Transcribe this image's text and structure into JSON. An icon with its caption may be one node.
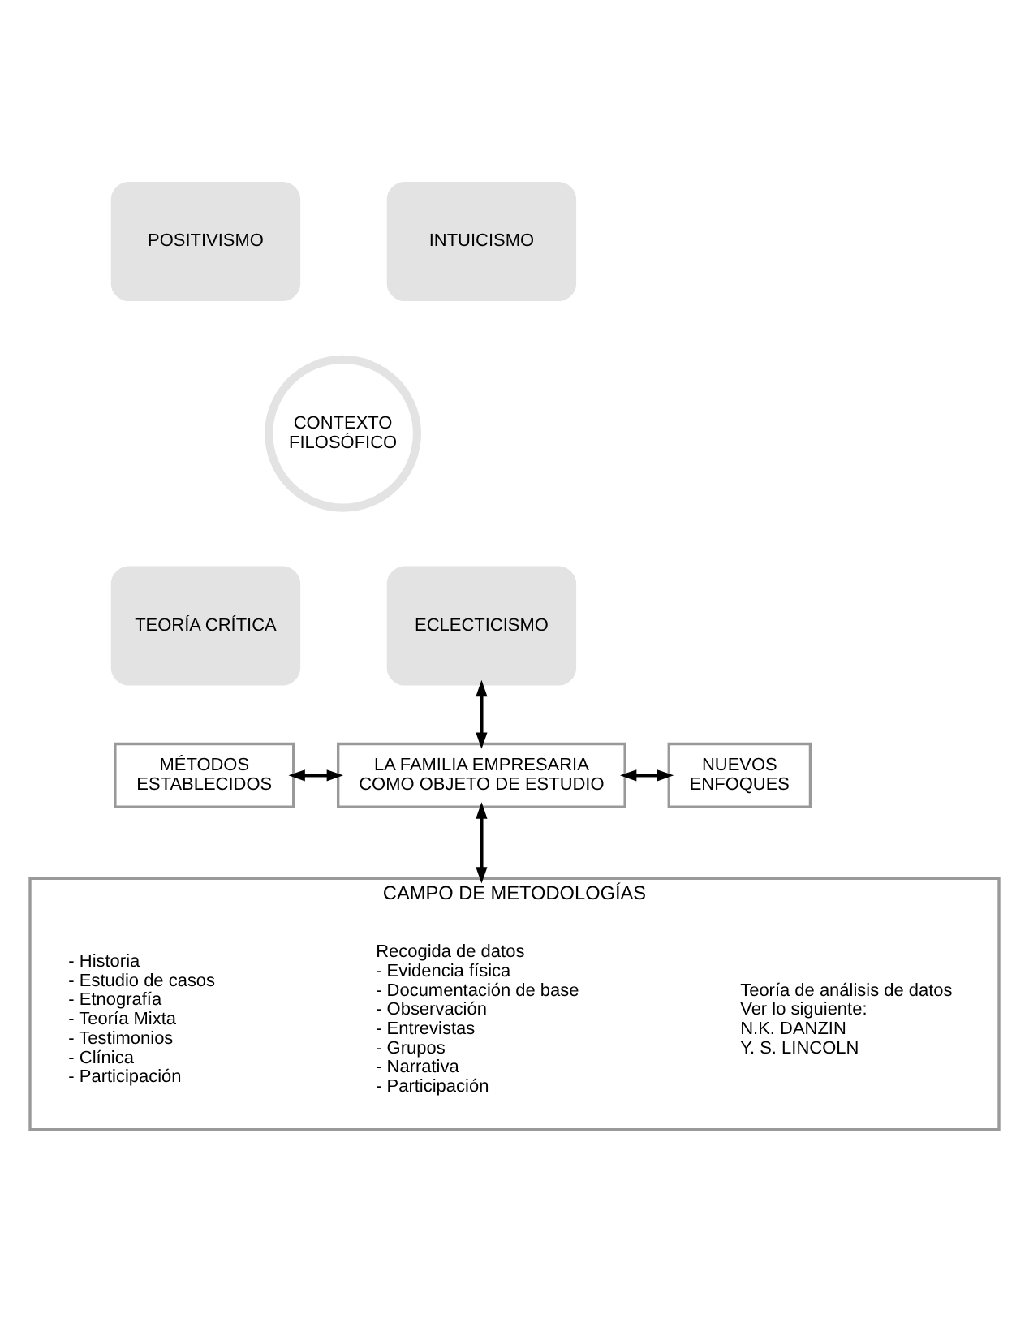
{
  "diagram": {
    "nodes": [
      {
        "text": [
          "POSITIVISMO"
        ]
      },
      {
        "text": [
          "INTUICISMO"
        ]
      },
      {
        "text": [
          "CONTEXTO FILOSÓFICO"
        ]
      },
      {
        "text": [
          "TEORÍA CRÍTICA"
        ]
      },
      {
        "text": [
          "ECLECTICISMO"
        ]
      },
      {
        "text": [
          "MÉTODOS ESTABLECIDOS"
        ]
      },
      {
        "text": [
          "LA FAMILIA EMPRESARIA COMO OBJETO DE ESTUDIO"
        ]
      },
      {
        "text": [
          "NUEVOS ENFOQUES"
        ]
      },
      {
        "text": [
          "CAMPO DE METODOLOGÍAS"
        ]
      },
      {
        "text": [
          "- Historia",
          "- Estudio de casos",
          "- Etnografía",
          "- Teoría Mixta",
          "- Testimonios",
          "- Clínica",
          "- Participación"
        ],
        "in": 8
      },
      {
        "text": [
          "Recogida de datos",
          "- Evidencia física",
          "- Documentación de base",
          "- Observación",
          "- Entrevistas",
          "- Grupos",
          "- Narrativa",
          "- Participación"
        ],
        "in": 8
      },
      {
        "text": [
          "Teoría de análisis de datos",
          "Ver lo siguiente:",
          "N.K. DANZIN",
          "Y. S. LINCOLN"
        ],
        "in": 8
      }
    ],
    "edges": [
      {
        "from": 4,
        "to": 6,
        "arrow": "both"
      },
      {
        "from": 5,
        "to": 6,
        "arrow": "both"
      },
      {
        "from": 6,
        "to": 7,
        "arrow": "both"
      },
      {
        "from": 6,
        "to": 8,
        "arrow": "both"
      }
    ]
  }
}
